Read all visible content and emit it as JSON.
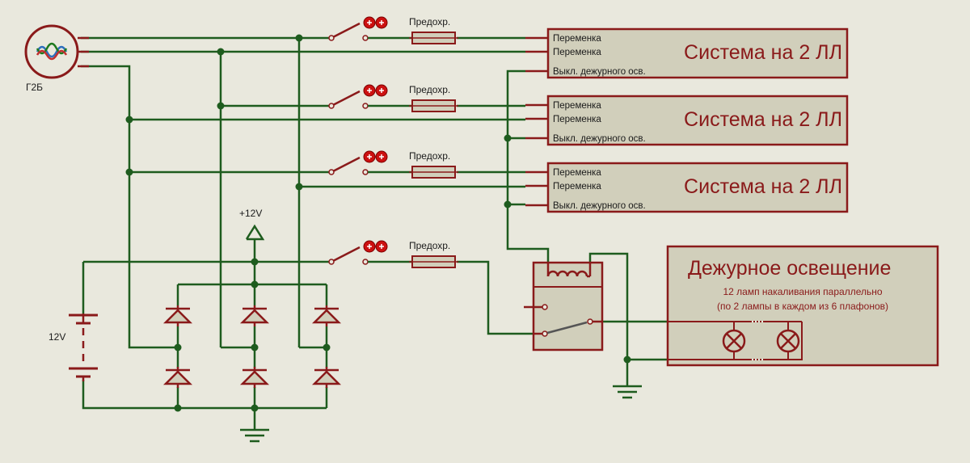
{
  "generator_label": "Г2Б",
  "fuse_label": "Предохр.",
  "supply_label": "+12V",
  "battery_label": "12V",
  "systems": [
    {
      "title": "Система на 2 ЛЛ",
      "pins": [
        "Переменка",
        "Переменка",
        "Выкл. дежурного осв."
      ]
    },
    {
      "title": "Система на 2 ЛЛ",
      "pins": [
        "Переменка",
        "Переменка",
        "Выкл. дежурного осв."
      ]
    },
    {
      "title": "Система на 2 ЛЛ",
      "pins": [
        "Переменка",
        "Переменка",
        "Выкл. дежурного осв."
      ]
    }
  ],
  "standby": {
    "title": "Дежурное освещение",
    "line1": "12 ламп накаливания параллельно",
    "line2": "(по 2 лампы в каждом из 6 плафонов)"
  },
  "colors": {
    "wire": "#1e5c1e",
    "component": "#8a1a1a",
    "box_fill": "#d1cfbb",
    "background": "#e9e8dd",
    "probe": "#cc1111"
  }
}
